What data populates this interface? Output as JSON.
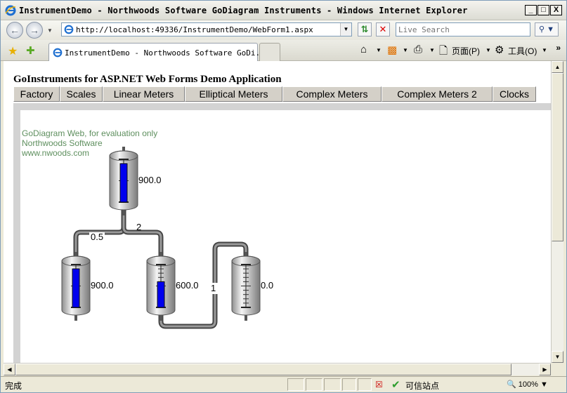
{
  "window": {
    "title": "InstrumentDemo - Northwoods Software GoDiagram Instruments - Windows Internet Explorer",
    "min_label": "_",
    "max_label": "□",
    "close_label": "X"
  },
  "address_bar": {
    "url": "http://localhost:49336/InstrumentDemo/WebForm1.aspx",
    "search_placeholder": "Live Search"
  },
  "tab": {
    "title": "InstrumentDemo - Northwoods Software GoDi..."
  },
  "command_bar": {
    "page_label": "页面(P)",
    "tools_label": "工具(O)"
  },
  "page": {
    "heading": "GoInstruments for ASP.NET Web Forms Demo Application",
    "menu": [
      "Factory",
      "Scales",
      "Linear Meters",
      "Elliptical Meters",
      "Complex Meters",
      "Complex Meters 2",
      "Clocks"
    ],
    "eval_lines": [
      "GoDiagram Web, for evaluation only",
      "Northwoods Software",
      "www.nwoods.com"
    ]
  },
  "diagram": {
    "tanks": [
      {
        "name": "tank-top",
        "value_label": "900.0",
        "level": 0.9
      },
      {
        "name": "tank-left",
        "value_label": "900.0",
        "level": 0.9
      },
      {
        "name": "tank-middle",
        "value_label": "600.0",
        "level": 0.6
      },
      {
        "name": "tank-right",
        "value_label": "0.0",
        "level": 0.0
      }
    ],
    "pipe_labels": [
      "0.5",
      "2",
      "1"
    ],
    "colors": {
      "fluid": "#0000EE",
      "pipe": "#555555",
      "tank": "#B8B8B8"
    }
  },
  "status_bar": {
    "status": "完成",
    "zone": "可信站点",
    "zoom": "100%"
  }
}
